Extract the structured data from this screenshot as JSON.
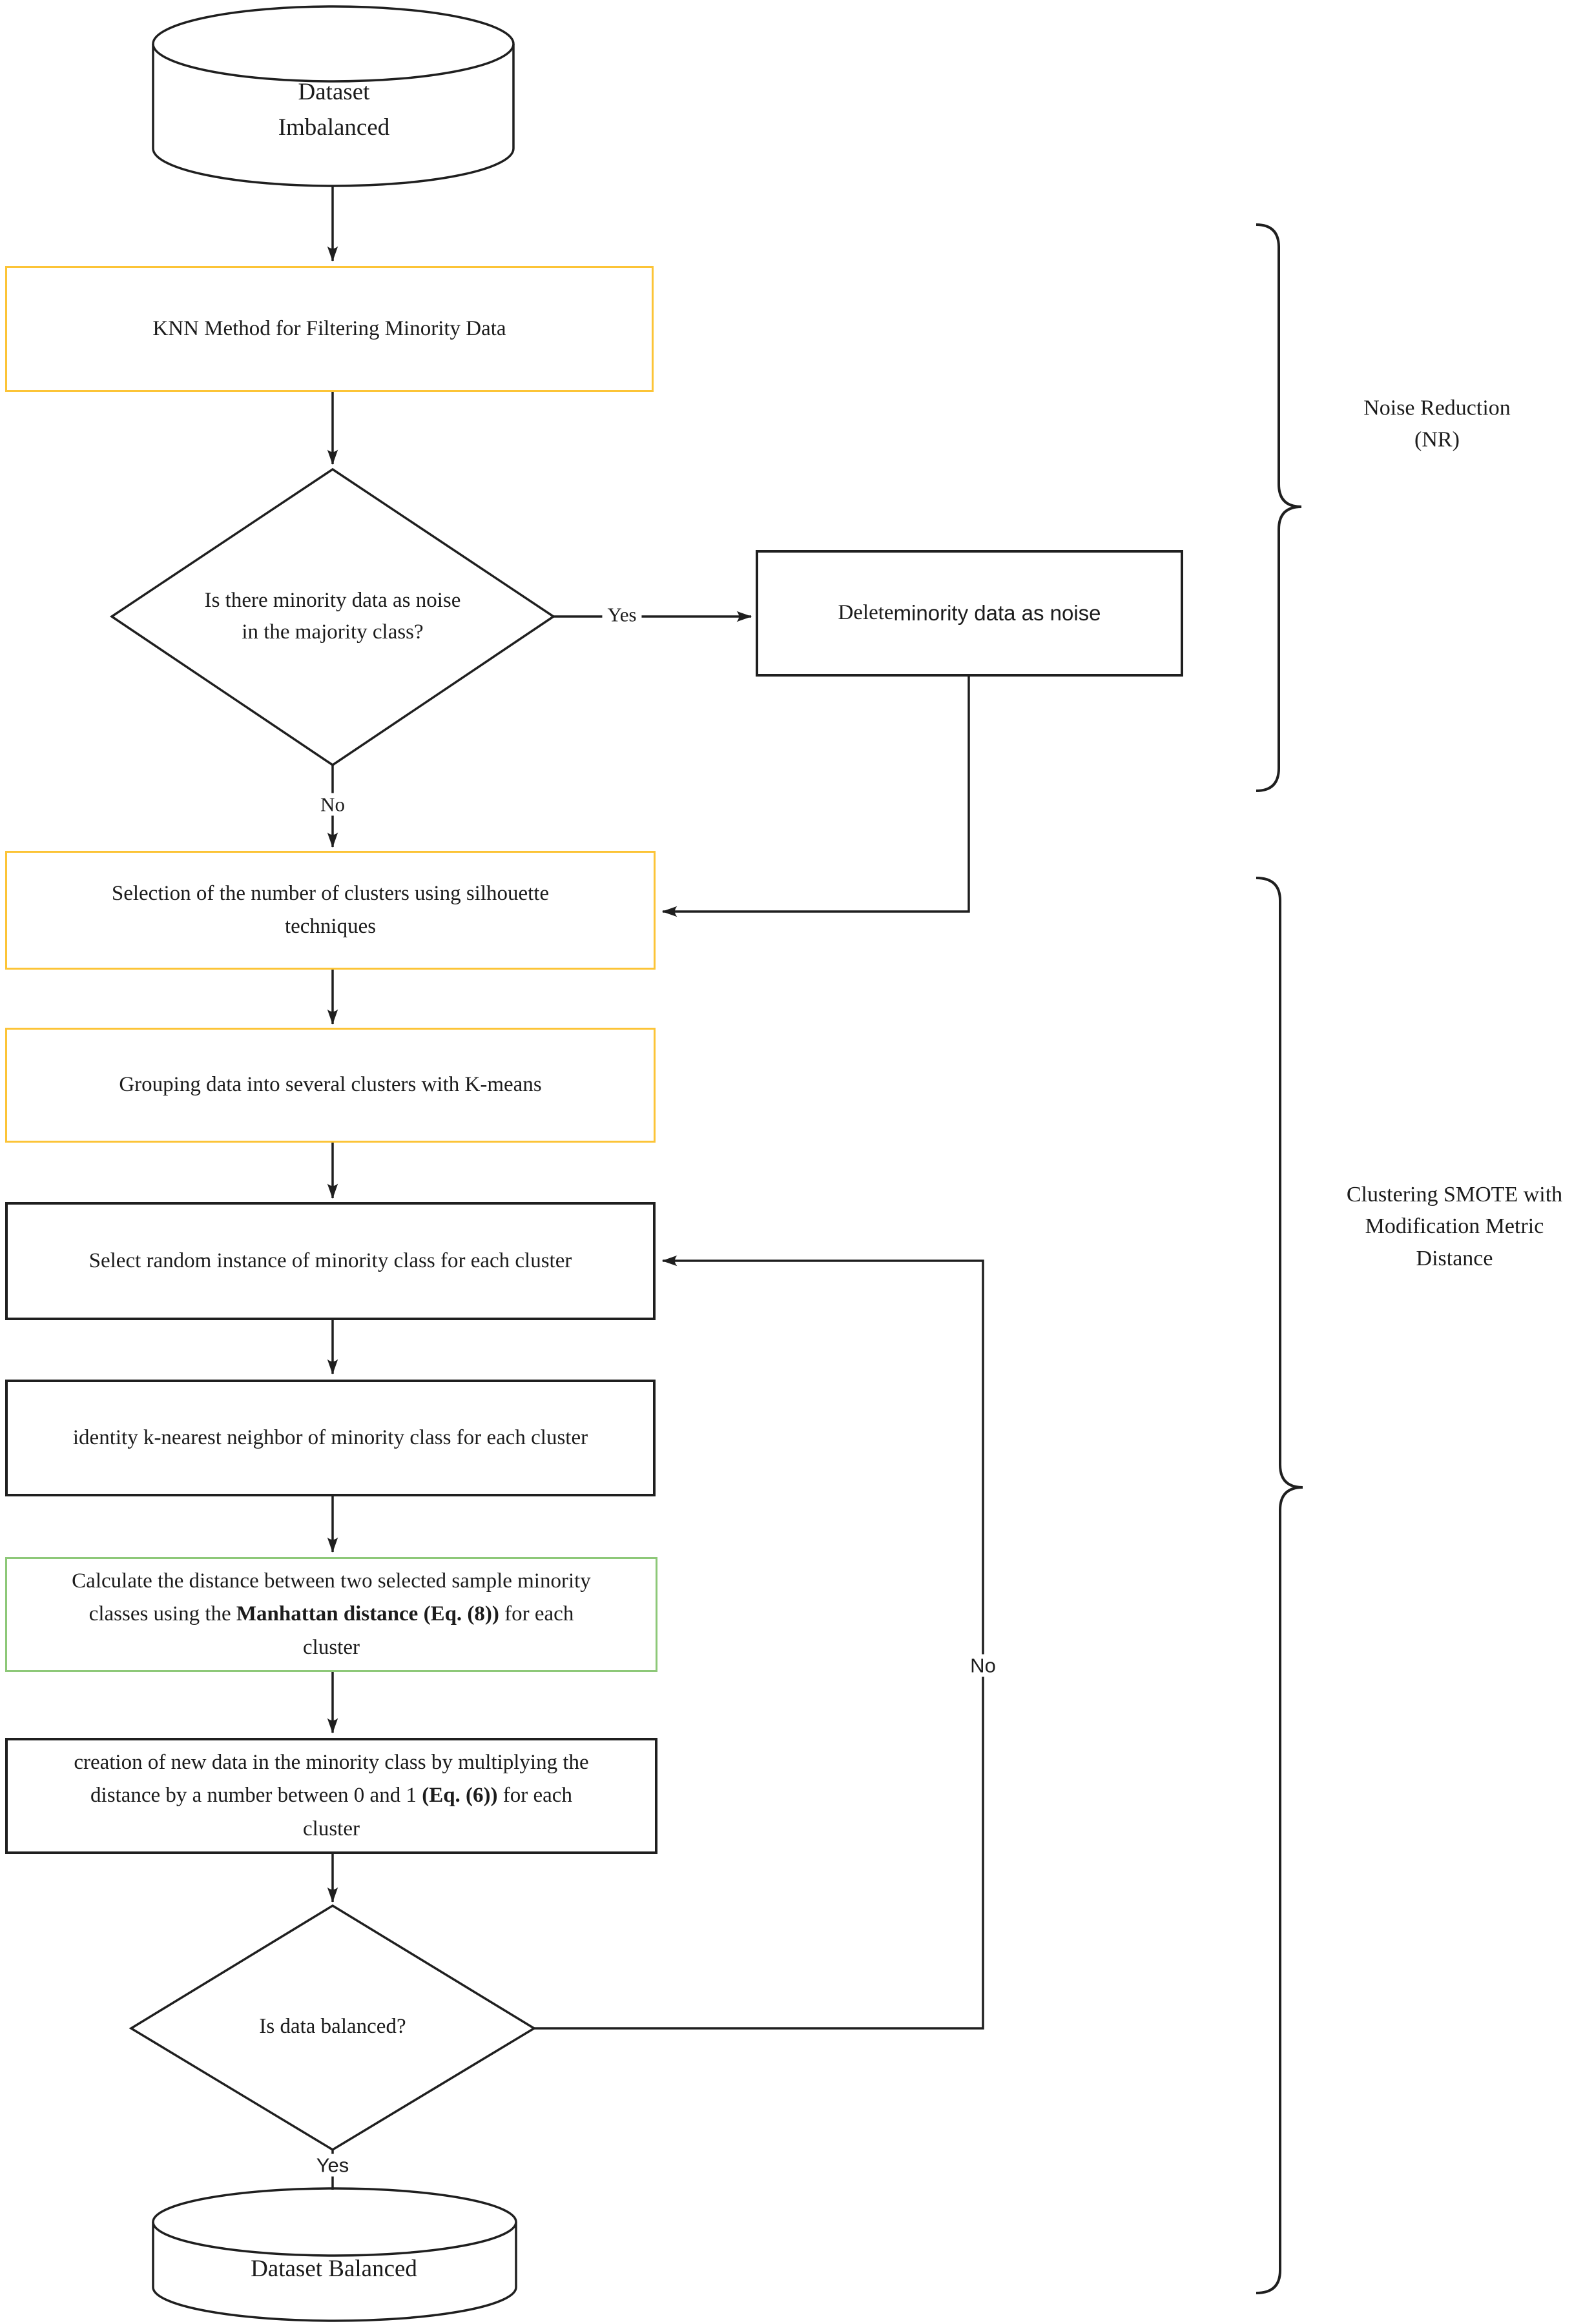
{
  "colors": {
    "yellow_border": "#FCC437",
    "green_border": "#8DC878",
    "line": "#1f1f1f"
  },
  "flowchart": {
    "start_cylinder": {
      "label": "Dataset\nImbalanced"
    },
    "knn_box": {
      "label": "KNN Method for Filtering Minority Data"
    },
    "noise_diamond": {
      "label": "Is there minority data as noise\nin the majority class?"
    },
    "edge_yes_top": "Yes",
    "edge_no_top": "No",
    "delete_box": {
      "label_serif": "Delete ",
      "label_sans": "minority data as noise"
    },
    "selection_box": {
      "label": "Selection of the number of clusters using silhouette\ntechniques"
    },
    "grouping_box": {
      "label": "Grouping data into several clusters with K-means"
    },
    "select_random_box": {
      "label": "Select random instance of minority class for each cluster"
    },
    "identity_box": {
      "label": "identity k-nearest neighbor of minority class for each cluster"
    },
    "calc_box": {
      "line1": "Calculate the distance between two selected sample minority",
      "line2_pre": "classes using the ",
      "line2_bold": "Manhattan distance (Eq. (8))",
      "line2_post": " for each",
      "line3": "cluster"
    },
    "creation_box": {
      "line1": "creation of new data in the minority class by multiplying the",
      "line2_pre": "distance by a number between 0 and 1 ",
      "line2_bold": "(Eq. (6))",
      "line2_post": " for each",
      "line3": "cluster"
    },
    "balanced_diamond": {
      "label": "Is data balanced?"
    },
    "edge_yes_bottom": "Yes",
    "edge_no_bottom": "No",
    "end_cylinder": {
      "label": "Dataset Balanced"
    },
    "bracket_noise": {
      "label": "Noise Reduction\n(NR)"
    },
    "bracket_smote": {
      "label": "Clustering SMOTE with\nModification Metric\nDistance"
    }
  }
}
